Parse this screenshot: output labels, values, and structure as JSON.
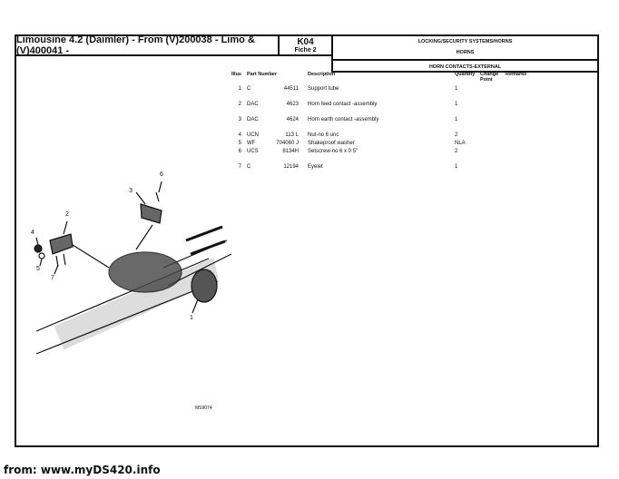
{
  "header": {
    "title": "Limousine 4.2 (Daimler) - From (V)200038 - Limo & (V)400041 -",
    "code": "K04",
    "fiche": "Fiche 2",
    "group": "LOCKING/SECURITY SYSTEMS/HORNS",
    "subgroup": "HORNS",
    "section": "HORN CONTACTS-EXTERNAL"
  },
  "table": {
    "headers": [
      "Illus",
      "Part Number",
      "Description",
      "Quantity",
      "Change Point",
      "Remarks"
    ],
    "rows": [
      {
        "illus": "1",
        "prefix": "C",
        "number": "44511",
        "description": "Support tube",
        "quantity": "1"
      },
      {
        "illus": "2",
        "prefix": "DAC",
        "number": "4623",
        "description": "Horn feed contact -assembly",
        "quantity": "1"
      },
      {
        "illus": "3",
        "prefix": "DAC",
        "number": "4624",
        "description": "Horn earth contact -assembly",
        "quantity": "1"
      },
      {
        "illus": "4",
        "prefix": "UCN",
        "number": "113 L",
        "description": "Nut-no 6 unc",
        "quantity": "2"
      },
      {
        "illus": "5",
        "prefix": "WF",
        "number": "704060 J",
        "description": "Shakeproof washer",
        "quantity": "NLA"
      },
      {
        "illus": "6",
        "prefix": "UCS",
        "number": "8134H",
        "description": "Setscrew-no 6 x 0 5\"",
        "quantity": "2"
      },
      {
        "illus": "7",
        "prefix": "C",
        "number": "12194",
        "description": "Eyelet",
        "quantity": "1"
      }
    ]
  },
  "callouts": [
    "1",
    "2",
    "3",
    "4",
    "5",
    "6",
    "7"
  ],
  "drawing_ref": "MS9074",
  "footer": "from: www.myDS420.info"
}
